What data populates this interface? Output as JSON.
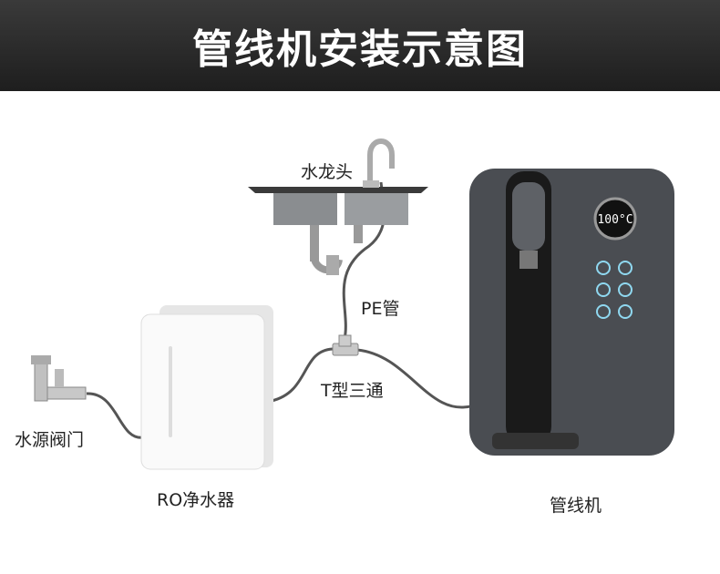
{
  "header": {
    "title": "管线机安装示意图"
  },
  "labels": {
    "faucet": "水龙头",
    "pe_pipe": "PE管",
    "tee": "T型三通",
    "valve": "水源阀门",
    "ro": "RO净水器",
    "dispenser": "管线机"
  },
  "dispenser_display": {
    "temperature": "100°C"
  },
  "colors": {
    "header": "#2a2a2a",
    "pipe": "#555555",
    "dispenser": "#4a4d52",
    "display_ring": "#8fd8f0"
  }
}
